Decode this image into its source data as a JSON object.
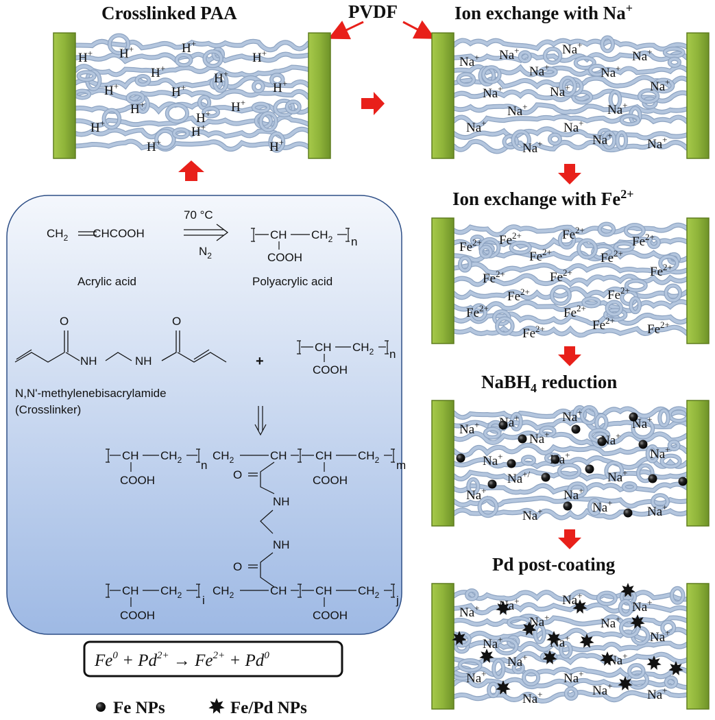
{
  "colors": {
    "membrane_fiber": "#b4c6de",
    "membrane_fiber_dark": "#8ea4c2",
    "pvdf_bar": "#8fb43a",
    "pvdf_bar_edge": "#5f7d1f",
    "arrow": "#e8201a",
    "panel_top": "#f4f7fc",
    "panel_bottom": "#9eb9e4",
    "particle": "#111111"
  },
  "titles": {
    "crosslinked_paa": "Crosslinked PAA",
    "pvdf": "PVDF",
    "na_exchange": "Ion exchange with Na",
    "na_exchange_sup": "+",
    "fe_exchange": "Ion exchange with Fe",
    "fe_exchange_sup": "2+",
    "nabh4_prefix": "NaBH",
    "nabh4_sub": "4",
    "nabh4_suffix": " reduction",
    "pd_coating": "Pd post-coating"
  },
  "ions": {
    "h": {
      "base": "H",
      "sup": "+"
    },
    "na": {
      "base": "Na",
      "sup": "+"
    },
    "fe": {
      "base": "Fe",
      "sup": "2+"
    },
    "na_weird": {
      "base": "Na",
      "sup": "+/"
    }
  },
  "chemistry": {
    "reactant_formula_a": "CH",
    "reactant_formula_sub": "2",
    "reactant_formula_b": "CHCOOH",
    "condition_temp": "70 °C",
    "condition_gas": "N",
    "condition_gas_sub": "2",
    "acrylic_acid": "Acrylic acid",
    "polyacrylic_acid": "Polyacrylic acid",
    "ch": "CH",
    "ch2": "CH",
    "sub2": "2",
    "cooh": "COOH",
    "n": "n",
    "m": "m",
    "i": "i",
    "j": "j",
    "o": "O",
    "nh": "NH",
    "plus": "+",
    "crosslinker_name": "N,N'-methylenebisacrylamide",
    "crosslinker_label": "(Crosslinker)"
  },
  "equation": {
    "fe": "Fe",
    "fe0_sup": "0",
    "plus1": " + ",
    "pd": "Pd",
    "pd2_sup": "2+",
    "arrow": " → ",
    "fe2": "Fe",
    "fe2_sup": "2+",
    "plus2": " + ",
    "pd0": "Pd",
    "pd0_sup": "0"
  },
  "legend": {
    "fe_nps": "Fe NPs",
    "fepd_nps": "Fe/Pd NPs"
  }
}
